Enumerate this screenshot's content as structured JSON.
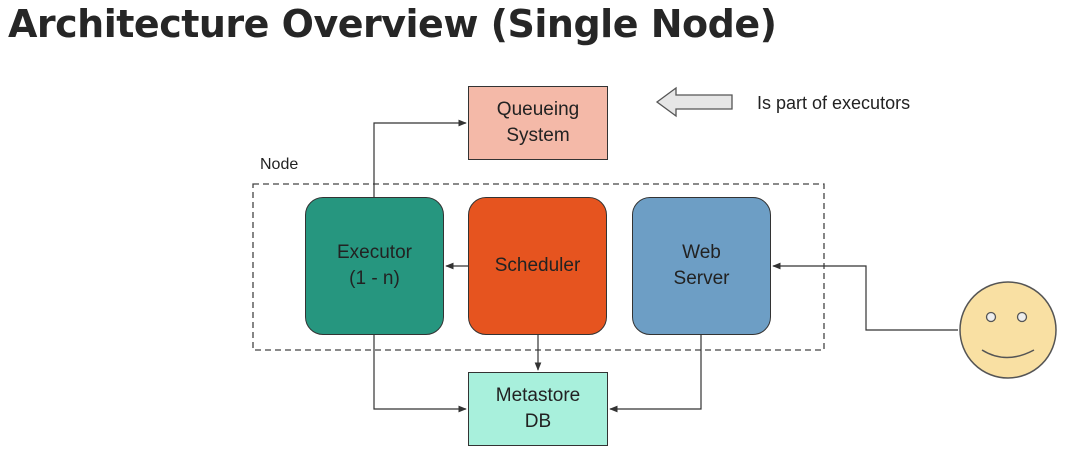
{
  "title": "Architecture Overview (Single Node)",
  "node_label": "Node",
  "note": "Is part of executors",
  "boxes": {
    "queueing": {
      "line1": "Queueing",
      "line2": "System",
      "color": "#f4b9a8"
    },
    "executor": {
      "line1": "Executor",
      "line2": "(1 - n)",
      "color": "#26967f"
    },
    "scheduler": {
      "line1": "Scheduler",
      "color": "#e6541f"
    },
    "webserver": {
      "line1": "Web",
      "line2": "Server",
      "color": "#6d9ec5"
    },
    "metastore": {
      "line1": "Metastore",
      "line2": "DB",
      "color": "#a8f0dc"
    }
  },
  "icons": {
    "note_arrow": "left-arrow-icon",
    "user": "smiley-face-icon"
  }
}
